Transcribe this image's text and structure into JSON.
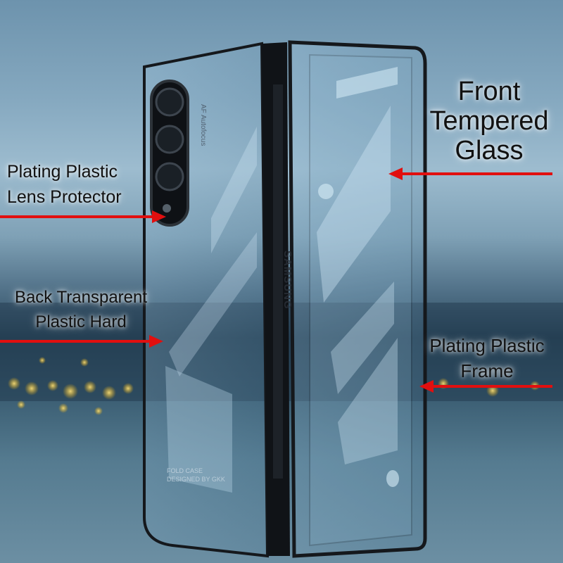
{
  "labels": {
    "front_line1": "Front",
    "front_line2": "Tempered",
    "front_line3": "Glass",
    "lens_line1": "Plating Plastic",
    "lens_line2": "Lens Protector",
    "back_line1": "Back Transparent",
    "back_line2": "Plastic Hard",
    "frame_line1": "Plating Plastic",
    "frame_line2": "Frame"
  },
  "device_text": {
    "brand": "SAMSUNG",
    "autofocus": "AF Autofocus",
    "foldcase_line1": "FOLD CASE",
    "foldcase_line2": "DESIGNED BY GKK"
  },
  "colors": {
    "arrow": "#e10f0f",
    "frame": "#15181c"
  }
}
